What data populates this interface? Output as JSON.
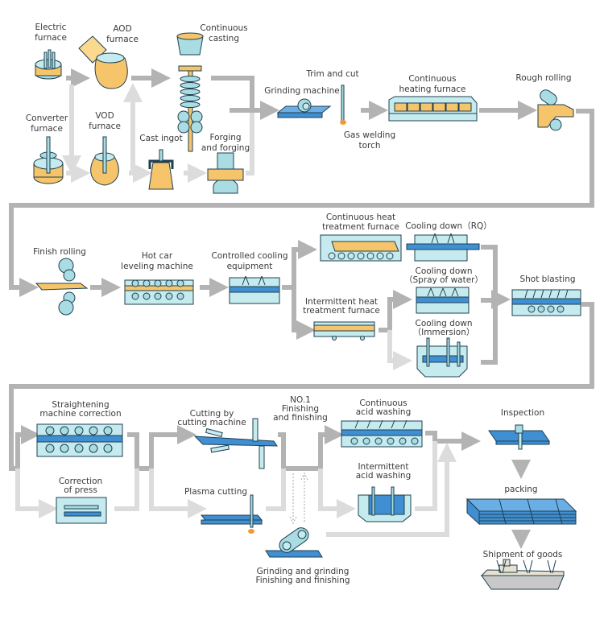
{
  "title": "Stainless steel plate production process flow",
  "colors": {
    "flow_arrow": "#b3b3b3",
    "flow_arrow_optional": "#dcdcdc",
    "equipment_light_blue": "#a9dde3",
    "steel_blue": "#3f8fd2",
    "molten_orange": "#f6c56b",
    "outline": "#1f3f4f"
  },
  "steps": {
    "electric_furnace": [
      "Electric",
      "furnace"
    ],
    "aod_furnace": [
      "AOD",
      "furnace"
    ],
    "continuous_casting": [
      "Continuous",
      "casting"
    ],
    "converter_furnace": [
      "Converter",
      "furnace"
    ],
    "vod_furnace": [
      "VOD",
      "furnace"
    ],
    "cast_ingot": [
      "Cast ingot"
    ],
    "forging": [
      "Forging",
      "and forging"
    ],
    "trim_and_cut": [
      "Trim and cut"
    ],
    "grinding_machine": [
      "Grinding machine"
    ],
    "gas_welding_torch": [
      "Gas welding",
      "torch"
    ],
    "continuous_heating_furnace": [
      "Continuous",
      "heating furnace"
    ],
    "rough_rolling": [
      "Rough rolling"
    ],
    "finish_rolling": [
      "Finish rolling"
    ],
    "hot_car_leveling": [
      "Hot car",
      "leveling machine"
    ],
    "controlled_cooling": [
      "Controlled cooling",
      "equipment"
    ],
    "continuous_heat_treatment": [
      "Continuous heat",
      "treatment furnace"
    ],
    "cooling_rq": [
      "Cooling down（RQ）"
    ],
    "cooling_spray": [
      "Cooling down",
      "（Spray of water）"
    ],
    "intermittent_heat_treatment": [
      "Intermittent heat",
      "treatment furnace"
    ],
    "cooling_immersion": [
      "Cooling down",
      "（Immersion）"
    ],
    "shot_blasting": [
      "Shot blasting"
    ],
    "straightening": [
      "Straightening",
      "machine correction"
    ],
    "correction_of_press": [
      "Correction",
      "of press"
    ],
    "cutting_machine": [
      "Cutting by",
      "cutting machine"
    ],
    "plasma_cutting": [
      "Plasma cutting"
    ],
    "no1_finishing": [
      "NO.1",
      "Finishing",
      "and finishing"
    ],
    "grinding_finishing": [
      "Grinding and grinding",
      "Finishing and finishing"
    ],
    "continuous_acid_washing": [
      "Continuous",
      "acid washing"
    ],
    "intermittent_acid_washing": [
      "Intermittent",
      "acid washing"
    ],
    "inspection": [
      "Inspection"
    ],
    "packing": [
      "packing"
    ],
    "shipment": [
      "Shipment of goods"
    ]
  }
}
